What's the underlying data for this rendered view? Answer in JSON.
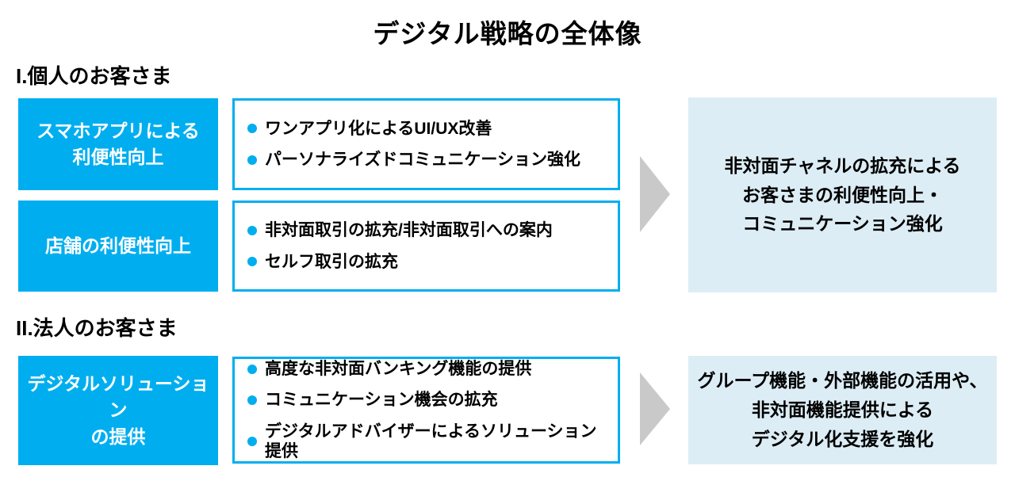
{
  "title": "デジタル戦略の全体像",
  "colors": {
    "accent_blue": "#00AEEF",
    "result_bg": "#DDEDF5",
    "arrow_gray": "#C9C9C9",
    "label_text": "#FFFFFF",
    "body_text": "#000000"
  },
  "sections": [
    {
      "heading": "I.個人のお客さま",
      "rows": [
        {
          "label": "スマホアプリによる\n利便性向上",
          "bullets": [
            "ワンアプリ化によるUI/UX改善",
            "パーソナライズドコミュニケーション強化"
          ]
        },
        {
          "label": "店舗の利便性向上",
          "bullets": [
            "非対面取引の拡充/非対面取引への案内",
            "セルフ取引の拡充"
          ]
        }
      ],
      "outcome": "非対面チャネルの拡充による\nお客さまの利便性向上・\nコミュニケーション強化"
    },
    {
      "heading": "II.法人のお客さま",
      "rows": [
        {
          "label": "デジタルソリューション\nの提供",
          "bullets": [
            "高度な非対面バンキング機能の提供",
            "コミュニケーション機会の拡充",
            "デジタルアドバイザーによるソリューション提供"
          ]
        }
      ],
      "outcome": "グループ機能・外部機能の活用や、\n非対面機能提供による\nデジタル化支援を強化"
    }
  ]
}
